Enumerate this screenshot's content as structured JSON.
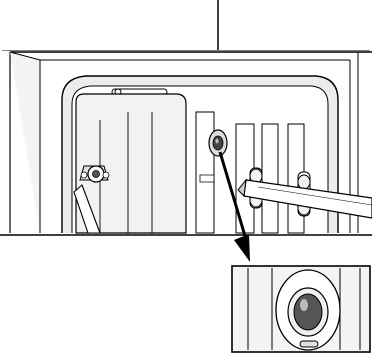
{
  "illustration": {
    "subject": "computer-case-interior-expansion-slots",
    "main_view": {
      "chassis": "chassis-panel",
      "slot_cover": "expansion-slot-cover",
      "indicator_led": "indicator-led",
      "screwdriver": "screwdriver",
      "standoff_screws": "standoff-screws"
    },
    "callout": {
      "zoom_target": "indicator-led-closeup"
    }
  },
  "colors": {
    "stroke": "#000000",
    "fill_light": "#ececec",
    "fill_mid": "#d2d2d2",
    "fill_dark": "#555555",
    "background": "#ffffff"
  }
}
